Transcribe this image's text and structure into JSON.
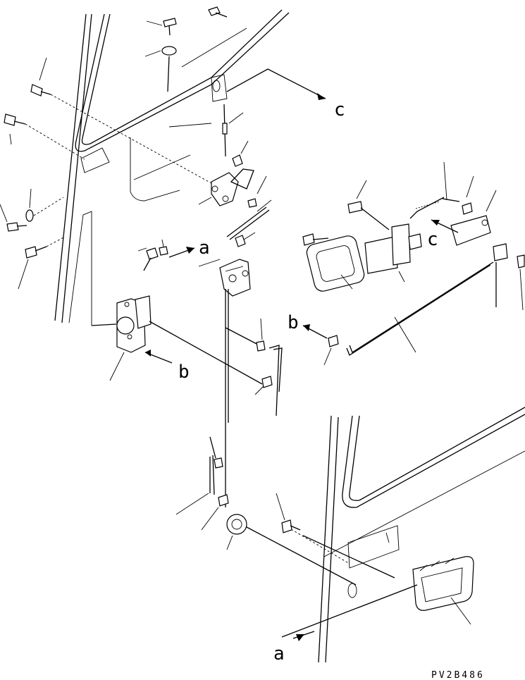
{
  "diagram": {
    "callouts": {
      "c_top": "c",
      "c_right": "c",
      "a_upper": "a",
      "a_lower": "a",
      "b_left": "b",
      "b_right": "b"
    },
    "drawing_code": "PV2B486"
  }
}
